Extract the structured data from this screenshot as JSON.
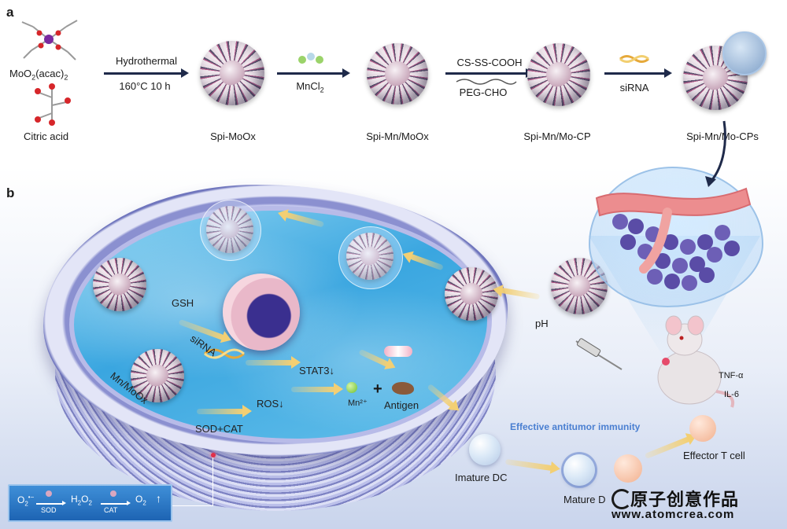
{
  "panel_labels": {
    "a": "a",
    "b": "b"
  },
  "panel_a": {
    "reagents": {
      "mo": "MoO",
      "mo_sub": "2",
      "mo_rest": "(acac)",
      "mo_sub2": "2",
      "citric": "Citric acid"
    },
    "step1": {
      "top": "Hydrothermal",
      "bottom": "160°C 10 h"
    },
    "step2": {
      "reagent": "MnCl",
      "reagent_sub": "2"
    },
    "step3": {
      "top": "CS-SS-COOH",
      "bottom": "PEG-CHO"
    },
    "step4": {
      "top": "siRNA"
    },
    "products": [
      "Spi-MoOx",
      "Spi-Mn/MoOx",
      "Spi-Mn/Mo-CP",
      "Spi-Mn/Mo-CPs"
    ]
  },
  "panel_b": {
    "labels": {
      "gsh": "GSH",
      "sirna": "siRNA",
      "mnmoox": "Mn/MoOx",
      "stat3": "STAT3↓",
      "ros": "ROS↓",
      "sodcat": "SOD+CAT",
      "mn": "Mn²⁺",
      "plus": "+",
      "antigen": "Antigen",
      "ph": "pH",
      "effective": "Effective antitumor immunity",
      "imature": "Imature DC",
      "mature": "Mature D",
      "effector": "Effector T cell",
      "tnf": "TNF-α",
      "il6": "IL-6"
    },
    "inset": {
      "o2minus": "O",
      "o2minus_sub": "2",
      "o2minus_sup": "•−",
      "sod": "SOD",
      "h2o2_a": "H",
      "h2o2_sub1": "2",
      "h2o2_b": "O",
      "h2o2_sub2": "2",
      "cat": "CAT",
      "o2": "O",
      "o2_sub": "2",
      "up": "↑"
    }
  },
  "watermark": {
    "cn": "原子创意作品",
    "url": "www.atomcrea.com"
  },
  "colors": {
    "accent": "#1f2a4a",
    "immunity": "#4a7fd1",
    "flow": "#f3cf73"
  }
}
